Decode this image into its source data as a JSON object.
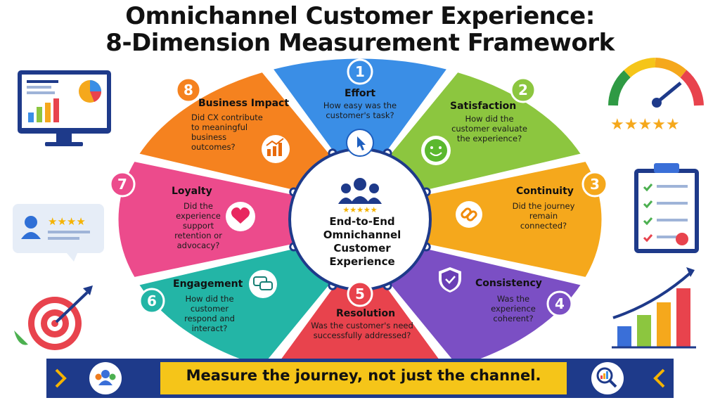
{
  "title_line1": "Omnichannel Customer Experience:",
  "title_line2": "8-Dimension Measurement Framework",
  "center": {
    "label": "End-to-End Omnichannel Customer Experience",
    "stars": "★★★★★"
  },
  "dimensions": [
    {
      "number": "1",
      "title": "Effort",
      "question": "How easy was the customer's task?",
      "color": "#3a8ee6",
      "icon": "pointer-click-icon"
    },
    {
      "number": "2",
      "title": "Satisfaction",
      "question": "How did the customer evaluate the experience?",
      "color": "#8cc63f",
      "icon": "smiley-face-icon"
    },
    {
      "number": "3",
      "title": "Continuity",
      "question": "Did the journey remain connected?",
      "color": "#f5a81c",
      "icon": "chain-link-icon"
    },
    {
      "number": "4",
      "title": "Consistency",
      "question": "Was the experience coherent?",
      "color": "#7b4fc4",
      "icon": "shield-check-icon"
    },
    {
      "number": "5",
      "title": "Resolution",
      "question": "Was the customer's need successfully addressed?",
      "color": "#e8434d",
      "icon": ""
    },
    {
      "number": "6",
      "title": "Engagement",
      "question": "How did the customer respond and interact?",
      "color": "#23b5a6",
      "icon": "chat-bubbles-icon"
    },
    {
      "number": "7",
      "title": "Loyalty",
      "question": "Did the experience support retention or advocacy?",
      "color": "#ec4b8c",
      "icon": "heart-icon"
    },
    {
      "number": "8",
      "title": "Business Impact",
      "question": "Did CX contribute to meaningful business outcomes?",
      "color": "#f5821f",
      "icon": "growth-chart-icon"
    }
  ],
  "banner": {
    "text": "Measure the journey, not just the channel."
  },
  "review_card": {
    "stars": "★★★★"
  },
  "rating_stars": "★★★★★"
}
